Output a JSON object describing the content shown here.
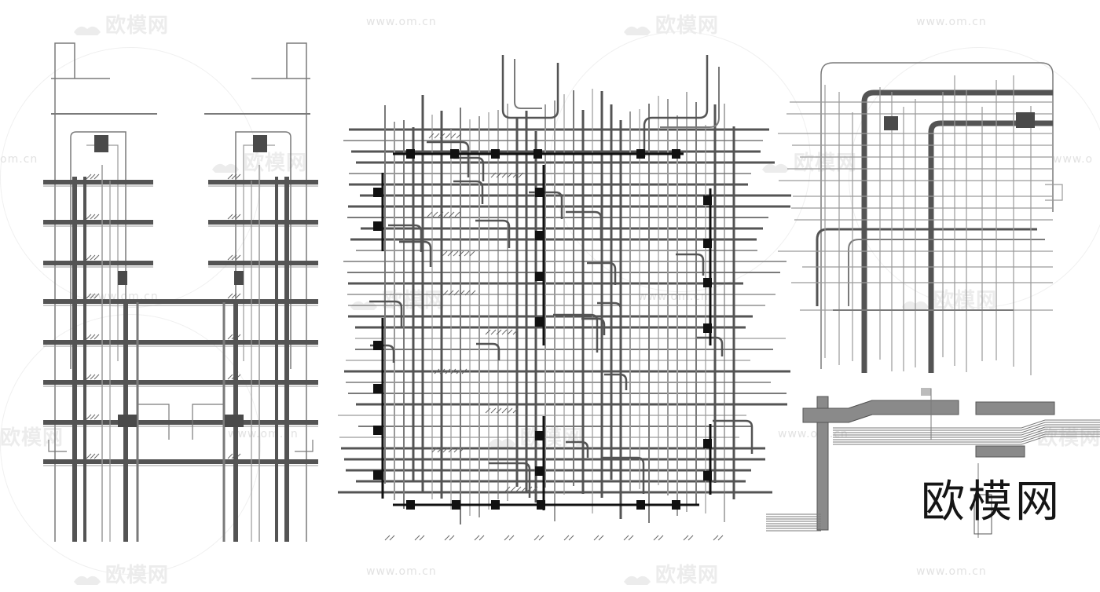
{
  "watermark": {
    "brand_cn": "欧模网",
    "url": "www.om.cn",
    "url_partial_left": "om.cn",
    "url_partial_right": "www.o"
  },
  "brand_mark": {
    "text": "欧模网"
  },
  "colors": {
    "pipe_dark": "#545454",
    "pipe_mid": "#7a7a7a",
    "pipe_light": "#9a9a9a",
    "pipe_black": "#111111",
    "watermark": "#e6e6e6"
  },
  "drawings": [
    {
      "name": "left-riser-elevation",
      "label": ""
    },
    {
      "name": "center-pipe-network-plan",
      "label": ""
    },
    {
      "name": "right-top-pipe-plan",
      "label": ""
    },
    {
      "name": "right-bottom-duct-plan",
      "label": ""
    }
  ]
}
